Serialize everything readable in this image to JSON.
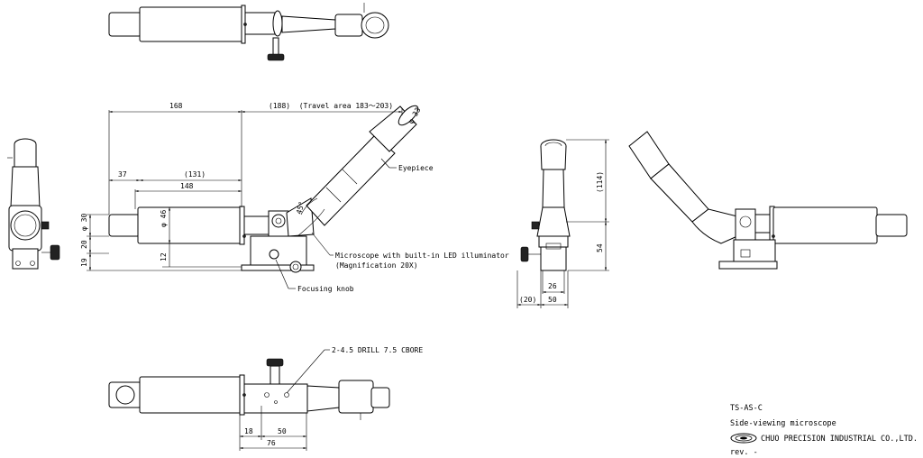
{
  "dimensions": {
    "d168": "168",
    "d188": "(188)  (Travel area 183〜203)",
    "d33": "φ 33",
    "d37": "37",
    "d131": "(131)",
    "d148": "148",
    "d46": "φ 46",
    "d45": "45°",
    "d30": "φ 30",
    "d20": "20",
    "d19": "19",
    "d12": "12",
    "d114": "(114)",
    "d54": "54",
    "d26": "26",
    "d20b": "(20)",
    "d50": "50",
    "d18": "18",
    "d50b": "50",
    "d76": "76"
  },
  "callouts": {
    "eyepiece": "Eyepiece",
    "microscope_line1": "Microscope with built-in LED illuminator",
    "microscope_line2": "(Magnification 20X)",
    "focusing_knob": "Focusing knob",
    "drill": "2-4.5 DRILL 7.5 CBORE"
  },
  "title_block": {
    "model": "TS-AS-C",
    "description": "Side-viewing microscope",
    "company": "CHUO PRECISION INDUSTRIAL CO.,LTD.",
    "revision": "rev. -"
  }
}
